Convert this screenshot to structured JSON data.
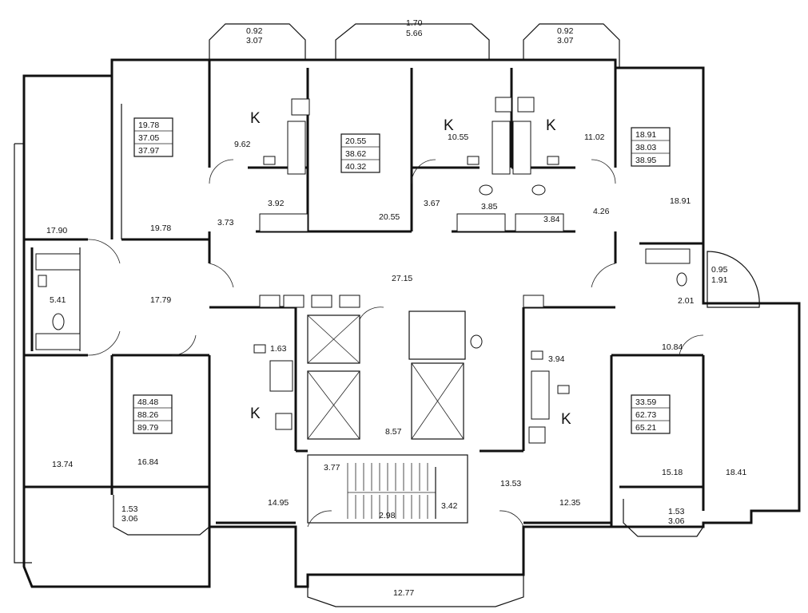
{
  "room_areas": {
    "r_1790": "17.90",
    "r_1978": "19.78",
    "r_962": "9.62",
    "r_392": "3.92",
    "r_373": "3.73",
    "r_2055": "20.55",
    "r_1055": "10.55",
    "r_367": "3.67",
    "r_385": "3.85",
    "r_384": "3.84",
    "r_1102": "11.02",
    "r_426": "4.26",
    "r_1891": "18.91",
    "r_541": "5.41",
    "r_1779": "17.79",
    "r_2715": "27.15",
    "r_201": "2.01",
    "r_163": "1.63",
    "r_1084": "10.84",
    "r_394": "3.94",
    "r_1374": "13.74",
    "r_1684": "16.84",
    "r_1495": "14.95",
    "r_857": "8.57",
    "r_377": "3.77",
    "r_298": "2.98",
    "r_342": "3.42",
    "r_1353": "13.53",
    "r_1235": "12.35",
    "r_1518": "15.18",
    "r_1841": "18.41",
    "r_1277": "12.77"
  },
  "balconies": {
    "b_top_left": [
      "0.92",
      "3.07"
    ],
    "b_top_center": [
      "1.70",
      "5.66"
    ],
    "b_top_right": [
      "0.92",
      "3.07"
    ],
    "b_right": [
      "0.95",
      "1.91"
    ],
    "b_bottom_left": [
      "1.53",
      "3.06"
    ],
    "b_bottom_right": [
      "1.53",
      "3.06"
    ]
  },
  "apartment_totals": {
    "apt_1": [
      "19.78",
      "37.05",
      "37.97"
    ],
    "apt_2": [
      "20.55",
      "38.62",
      "40.32"
    ],
    "apt_3": [
      "18.91",
      "38.03",
      "38.95"
    ],
    "apt_4": [
      "48.48",
      "88.26",
      "89.79"
    ],
    "apt_5": [
      "33.59",
      "62.73",
      "65.21"
    ]
  },
  "kitchen_marks": {
    "k1": "K",
    "k2": "K",
    "k3": "K",
    "k4": "K",
    "k5": "K"
  }
}
